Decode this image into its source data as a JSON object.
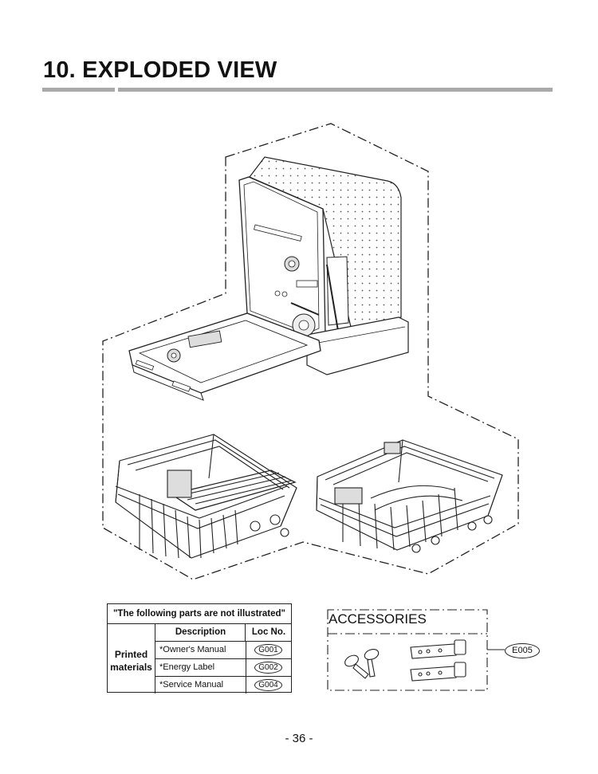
{
  "header": {
    "title": "10. EXPLODED VIEW"
  },
  "not_illustrated_table": {
    "heading": "\"The following parts are not illustrated\"",
    "columns": {
      "description": "Description",
      "loc_no": "Loc No."
    },
    "group_label_line1": "Printed",
    "group_label_line2": "materials",
    "rows": [
      {
        "description": "*Owner's Manual",
        "loc_no": "G001"
      },
      {
        "description": "*Energy Label",
        "loc_no": "G002"
      },
      {
        "description": "*Service Manual",
        "loc_no": "G004"
      }
    ]
  },
  "accessories": {
    "title": "ACCESSORIES",
    "callout": "E005"
  },
  "footer": {
    "page_number": "- 36 -"
  }
}
